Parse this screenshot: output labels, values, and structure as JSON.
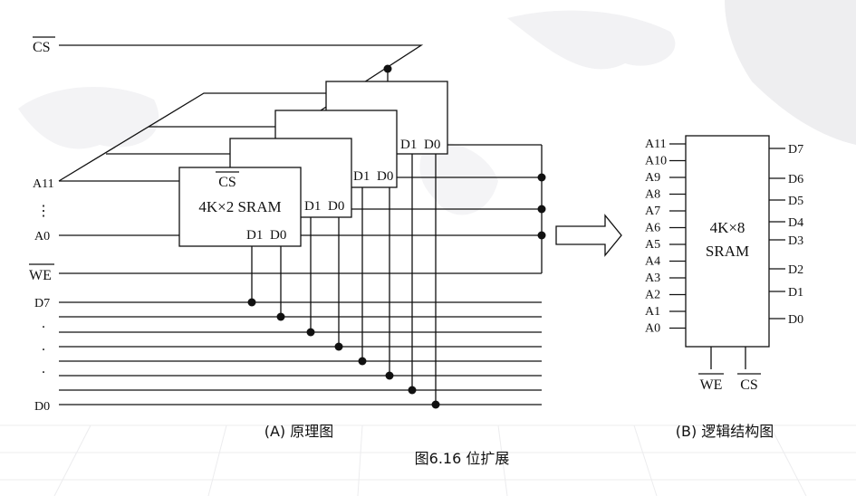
{
  "left": {
    "cs_label": "CS",
    "a11_label": "A11",
    "vdots": "⋮",
    "a0_label": "A0",
    "we_label": "WE",
    "d7_label": "D7",
    "dots": ".",
    "d0_label": "D0",
    "chip": {
      "cs": "CS",
      "name": "4K×2 SRAM",
      "d1": "D1",
      "d0": "D0"
    },
    "back_pins": {
      "d1": "D1",
      "d0": "D0"
    },
    "caption": "(A) 原理图"
  },
  "right": {
    "chip_line1": "4K×8",
    "chip_line2": "SRAM",
    "addr_pins": [
      "A11",
      "A10",
      "A9",
      "A8",
      "A7",
      "A6",
      "A5",
      "A4",
      "A3",
      "A2",
      "A1",
      "A0"
    ],
    "data_pins": [
      "D7",
      "D6",
      "D5",
      "D4",
      "D3",
      "D2",
      "D1",
      "D0"
    ],
    "we": "WE",
    "cs": "CS",
    "caption": "(B) 逻辑结构图"
  },
  "figure_caption": "图6.16 位扩展",
  "colors": {
    "line": "#111111",
    "background": "#ffffff",
    "watermark": "#f1f1f3"
  }
}
